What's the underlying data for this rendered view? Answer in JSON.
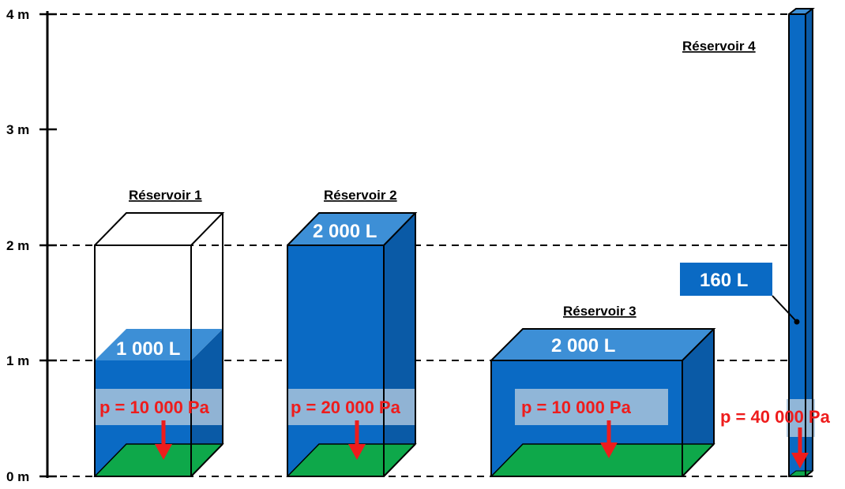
{
  "axis": {
    "ticks": [
      {
        "value": 0,
        "label": "0 m"
      },
      {
        "value": 1,
        "label": "1 m"
      },
      {
        "value": 2,
        "label": "2 m"
      },
      {
        "value": 3,
        "label": "3 m"
      },
      {
        "value": 4,
        "label": "4 m"
      }
    ]
  },
  "colors": {
    "water_front": "#0a6ac4",
    "water_top": "#3d8fd6",
    "water_side": "#0a5aa6",
    "floor": "#0ea84a",
    "pressure": "#ee1c1c",
    "pressure_band": "#a8c3dc",
    "volume_box": "#0a6ac4"
  },
  "tanks": [
    {
      "title": "Réservoir  1",
      "height_m": 2,
      "water_height_m": 1,
      "volume": "1 000 L",
      "pressure": "p = 10 000 Pa"
    },
    {
      "title": "Réservoir  2",
      "height_m": 2,
      "water_height_m": 2,
      "volume": "2 000 L",
      "pressure": "p = 20 000 Pa"
    },
    {
      "title": "Réservoir  3",
      "height_m": 1,
      "water_height_m": 1,
      "volume": "2 000 L",
      "pressure": "p = 10 000 Pa"
    },
    {
      "title": "Réservoir  4",
      "height_m": 4,
      "water_height_m": 4,
      "volume": "160 L",
      "pressure": "p = 40 000 Pa"
    }
  ]
}
